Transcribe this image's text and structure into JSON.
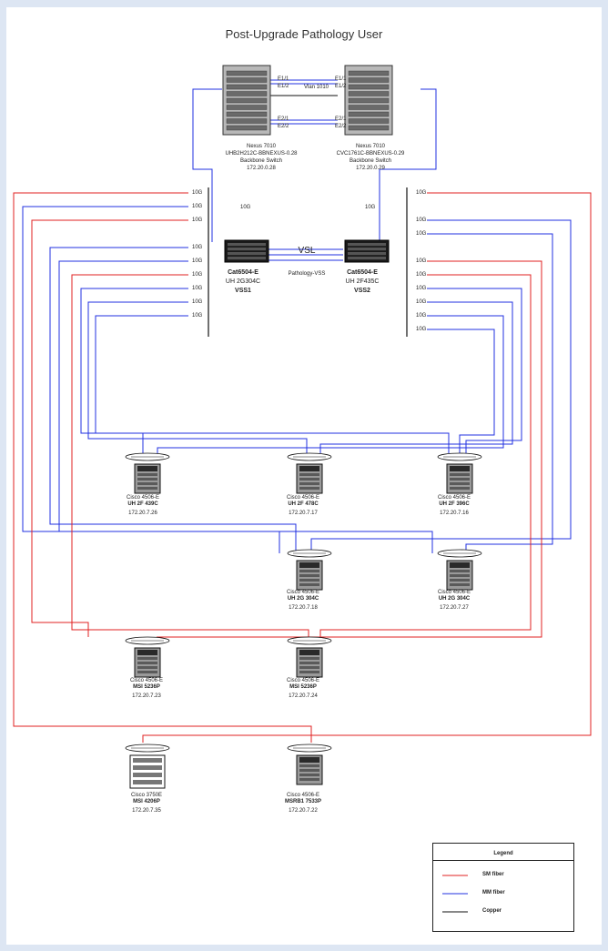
{
  "title": "Post-Upgrade Pathology User",
  "colors": {
    "sm_fiber": "#e02020",
    "mm_fiber": "#2030e0",
    "copper": "#111111"
  },
  "nexus": [
    {
      "model": "Nexus 7010",
      "name": "UHB2H212C-BBNEXUS-0.28",
      "role": "Backbone Switch",
      "ip": "172.20.0.28",
      "ports_a": "E1/1",
      "ports_b": "E1/2",
      "ports_c": "E2/1",
      "ports_d": "E2/2"
    },
    {
      "model": "Nexus 7010",
      "name": "CVC1761C-BBNEXUS-0.29",
      "role": "Backbone Switch",
      "ip": "172.20.0.29",
      "ports_a": "E1/1",
      "ports_b": "E1/2",
      "ports_c": "E2/1",
      "ports_d": "E2/2"
    }
  ],
  "vlan_label": "Vlan 1010",
  "vss": [
    {
      "model": "Cat6504-E",
      "loc": "UH 2G304C",
      "id": "VSS1"
    },
    {
      "model": "Cat6504-E",
      "loc": "UH 2F435C",
      "id": "VSS2"
    }
  ],
  "vsl_label": "VSL",
  "vss_domain": "Pathology-VSS",
  "link_speed": "10G",
  "access": [
    {
      "model": "Cisco 4506-E",
      "name": "UH 2F 439C",
      "ip": "172.20.7.26"
    },
    {
      "model": "Cisco 4506-E",
      "name": "UH 2F 478C",
      "ip": "172.20.7.17"
    },
    {
      "model": "Cisco 4506-E",
      "name": "UH 2F 396C",
      "ip": "172.20.7.16"
    },
    {
      "model": "Cisco 4506-E",
      "name": "UH 2G 304C",
      "ip": "172.20.7.18"
    },
    {
      "model": "Cisco 4506-E",
      "name": "UH 2G 304C",
      "ip": "172.20.7.27"
    },
    {
      "model": "Cisco 4506-E",
      "name": "MSI 5236P",
      "ip": "172.20.7.23"
    },
    {
      "model": "Cisco 4506-E",
      "name": "MSI 5236P",
      "ip": "172.20.7.24"
    },
    {
      "model": "Cisco 3750E",
      "name": "MSI 4206P",
      "ip": "172.20.7.35"
    },
    {
      "model": "Cisco 4506-E",
      "name": "MSRB1 7533P",
      "ip": "172.20.7.22"
    }
  ],
  "legend": {
    "title": "Legend",
    "items": [
      {
        "label": "SM fiber",
        "color": "#e02020"
      },
      {
        "label": "MM fiber",
        "color": "#2030e0"
      },
      {
        "label": "Copper",
        "color": "#111111"
      }
    ]
  }
}
